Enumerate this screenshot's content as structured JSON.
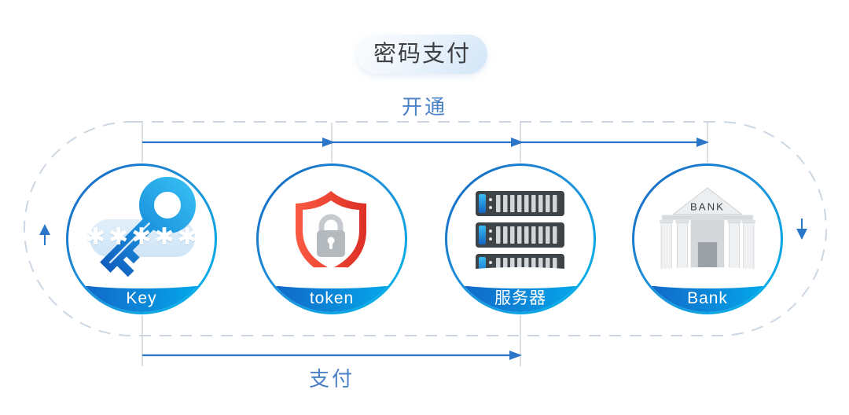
{
  "title": "密码支付",
  "flows": {
    "activate": {
      "label": "开通",
      "from": "Key",
      "to": "Bank"
    },
    "pay": {
      "label": "支付",
      "from": "Key",
      "to": "服务器"
    }
  },
  "nodes": [
    {
      "label": "Key",
      "icon": "key-icon",
      "password_mask": "✱✱✱✱✱"
    },
    {
      "label": "token",
      "icon": "shield-lock-icon"
    },
    {
      "label": "服务器",
      "icon": "server-icon"
    },
    {
      "label": "Bank",
      "icon": "bank-icon",
      "icon_text": "BANK"
    }
  ],
  "cycle": {
    "left_arrow_direction": "up",
    "right_arrow_direction": "down"
  },
  "colors": {
    "arrow_blue": "#2b76c8",
    "label_blue": "#4a80c5",
    "ring_gradient": [
      "#1565c0",
      "#00b7ee"
    ],
    "band_gradient": [
      "#1261c5",
      "#00b2ef"
    ],
    "dashed_border": "#ccd7e3",
    "shield_red": "#e8392e",
    "key_blue": "#1a9de4",
    "server_dark": "#3e4348",
    "title_text": "#3d3f42"
  }
}
